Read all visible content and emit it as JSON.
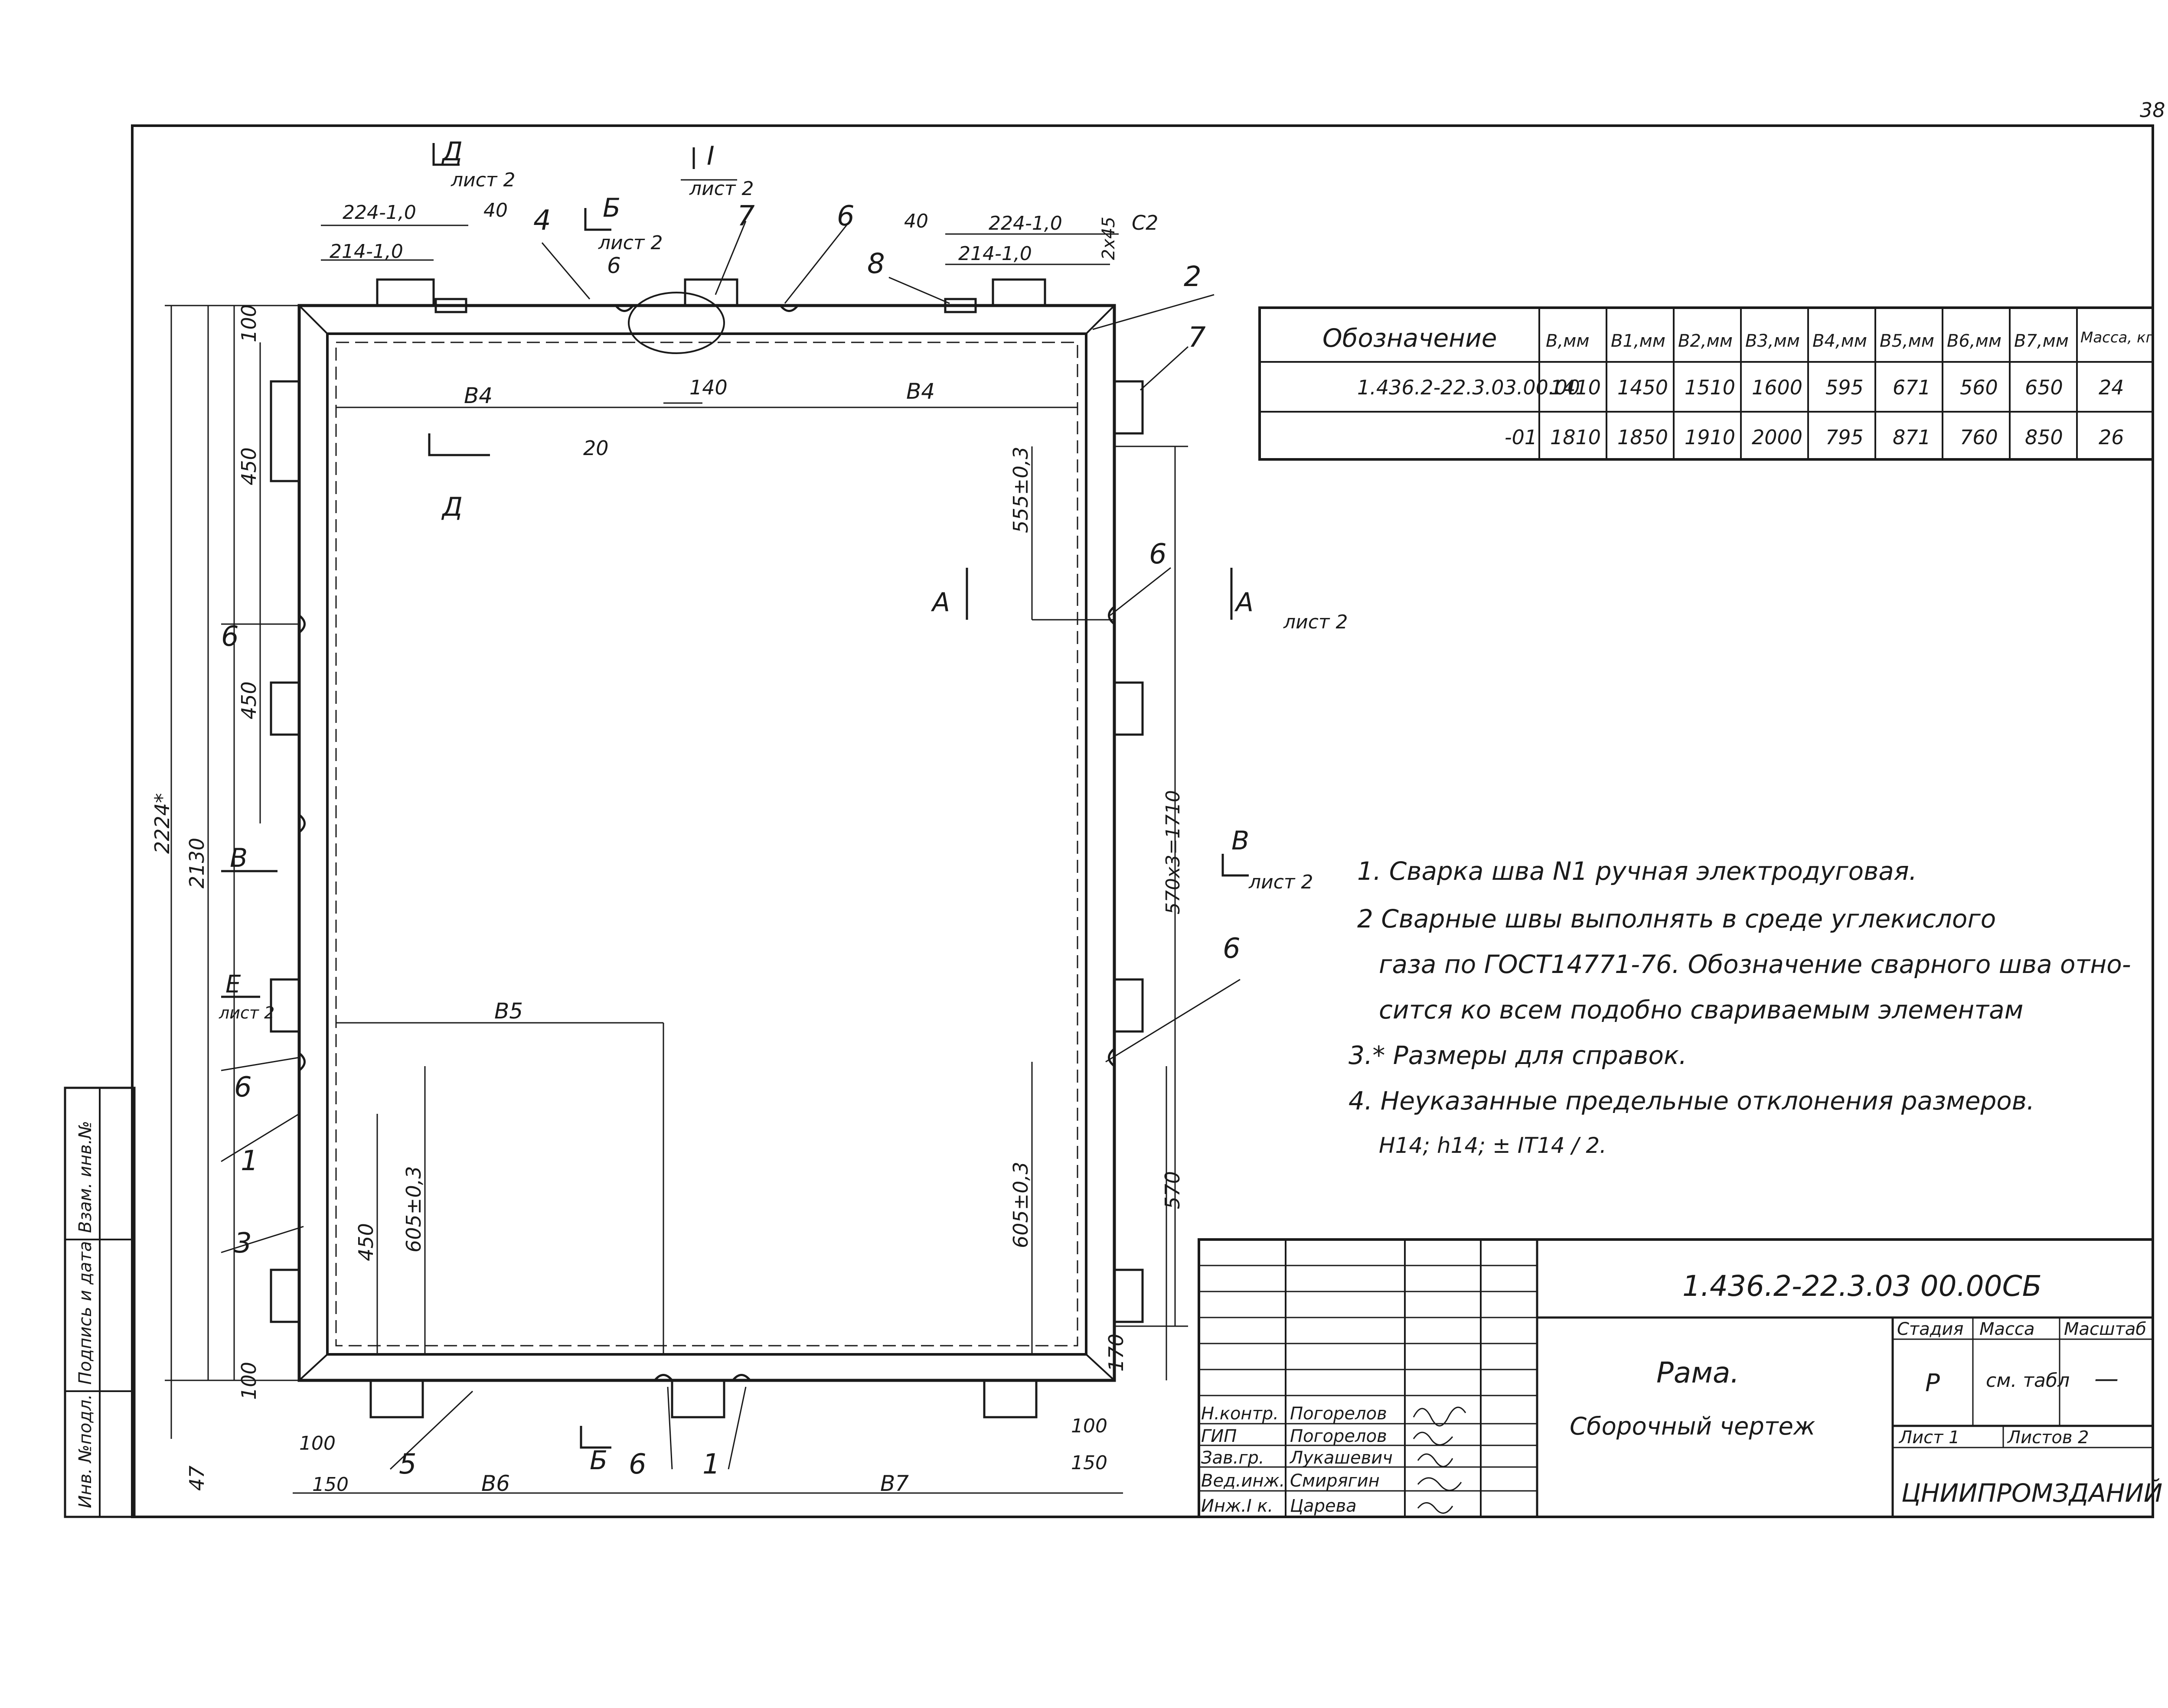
{
  "page_number": "38",
  "table": {
    "headers": [
      "Обозначение",
      "В,мм",
      "В1,мм",
      "В2,мм",
      "В3,мм",
      "В4,мм",
      "В5,мм",
      "В6,мм",
      "В7,мм",
      "Масса, кг"
    ],
    "rows": [
      [
        "1.436.2-22.3.03.00.00",
        "1410",
        "1450",
        "1510",
        "1600",
        "595",
        "671",
        "560",
        "650",
        "24"
      ],
      [
        "-01",
        "1810",
        "1850",
        "1910",
        "2000",
        "795",
        "871",
        "760",
        "850",
        "26"
      ]
    ]
  },
  "notes": [
    "1. Сварка шва N1 ручная электродуговая.",
    "2 Сварные швы выполнять в среде углекислого",
    "газа по ГОСТ14771-76. Обозначение сварного шва отно-",
    "сится ко всем подобно свариваемым элементам",
    "3.* Размеры для справок.",
    "4. Неуказанные предельные отклонения размеров.",
    "Н14; h14; ± IT14 / 2."
  ],
  "title_block": {
    "designation": "1.436.2-22.3.03 00.00СБ",
    "name_line1": "Рама.",
    "name_line2": "Сборочный чертеж",
    "stage_label": "Стадия",
    "mass_label": "Масса",
    "scale_label": "Масштаб",
    "stage_value": "Р",
    "mass_value": "см. табл",
    "scale_value": "—",
    "sheet_label": "Лист 1",
    "sheets_label": "Листов 2",
    "organization": "ЦНИИПРОМЗДАНИЙ",
    "signatures": [
      {
        "role": "Н.контр.",
        "name": "Погорелов"
      },
      {
        "role": "ГИП",
        "name": "Погорелов"
      },
      {
        "role": "Зав.гр.",
        "name": "Лукашевич"
      },
      {
        "role": "Вед.инж.",
        "name": "Смирягин"
      },
      {
        "role": "Инж.I к.",
        "name": "Царева"
      }
    ]
  },
  "side_stamp": [
    "Инв. №подл.",
    "Подпись и дата",
    "Взам. инв.№"
  ],
  "drawing": {
    "sections": {
      "d_top": "Д",
      "d_bottom": "Д",
      "d_sheet": "лист 2",
      "i_label": "I",
      "i_sheet": "лист 2",
      "b_top": "Б",
      "b_top_sheet": "лист 2",
      "a_left": "А",
      "a_right": "А",
      "a_sheet": "лист 2",
      "v_left": "В",
      "v_right": "В",
      "v_sheet": "лист 2",
      "e_label": "Е",
      "e_sheet": "лист 2",
      "b_bottom": "Б"
    },
    "dims": {
      "top_224_left": "224-1,0",
      "top_214_left": "214-1,0",
      "top_40_left": "40",
      "top_40_right": "40",
      "top_224_right": "224-1,0",
      "top_214_right": "214-1,0",
      "top_2x45": "2х45",
      "top_c2": "С2",
      "d100_top": "100",
      "d450_1": "450",
      "d450_2": "450",
      "d450_3": "450",
      "d2224": "2224*",
      "d2130": "2130",
      "d100_bottom": "100",
      "d47": "47",
      "d605_left": "605±0,3",
      "d605_right": "605±0,3",
      "d555": "555±0,3",
      "d570x3": "570х3=1710",
      "d570": "570",
      "d170": "170",
      "b4_left": "В4",
      "b4_right": "В4",
      "d140": "140",
      "d20": "20",
      "b5": "В5",
      "b6": "В6",
      "b7": "В7",
      "d100_bl": "100",
      "d150_bl": "150",
      "d100_br": "100",
      "d150_br": "150"
    },
    "leaders": {
      "p1_left": "1",
      "p1_bottom": "1",
      "p2": "2",
      "p3": "3",
      "p4": "4",
      "p5": "5",
      "p6_a": "6",
      "p6_b": "6",
      "p6_c": "6",
      "p6_d": "6",
      "p6_e": "6",
      "p6_f": "6",
      "p6_g": "6",
      "p6_h": "6",
      "p7_a": "7",
      "p7_b": "7",
      "p8": "8"
    }
  }
}
